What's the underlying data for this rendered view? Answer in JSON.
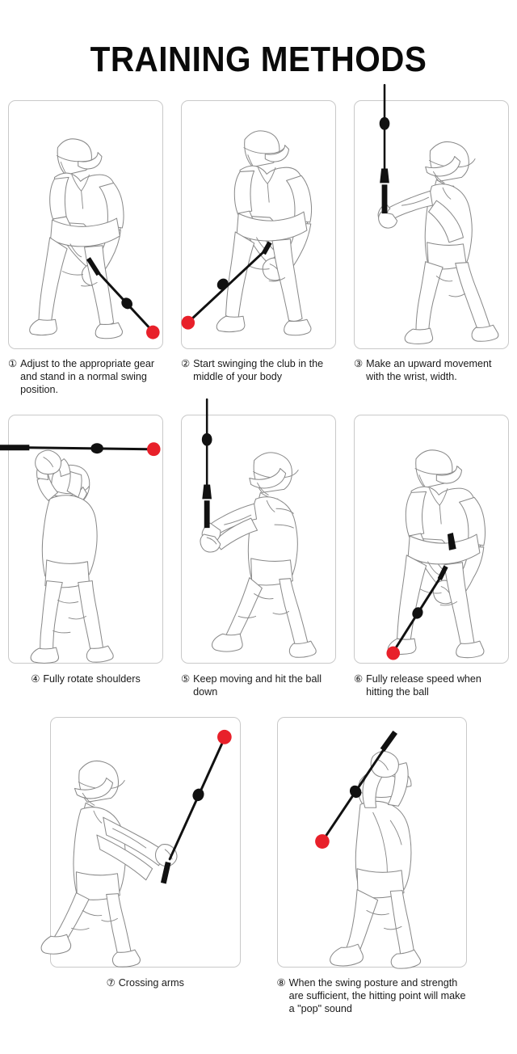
{
  "title": "TRAINING METHODS",
  "colors": {
    "ball": "#e8202a",
    "shaft": "#111111",
    "outline": "#8a8a8a",
    "panel_border": "#c9c9c9",
    "background": "#ffffff",
    "text": "#1a1a1a"
  },
  "steps": [
    {
      "number": "1",
      "number_glyph": "①",
      "text": "Adjust to the appropriate gear and stand in a normal swing position.",
      "illustration": "golfer-address-position-with-training-club"
    },
    {
      "number": "2",
      "number_glyph": "②",
      "text": "Start swinging the club in the middle of your body",
      "illustration": "golfer-takeaway-club-low-left"
    },
    {
      "number": "3",
      "number_glyph": "③",
      "text": "Make an upward movement with the wrist, width.",
      "illustration": "golfer-wrist-hinge-club-vertical"
    },
    {
      "number": "4",
      "number_glyph": "④",
      "text": "Fully rotate shoulders",
      "illustration": "golfer-top-of-backswing-club-horizontal"
    },
    {
      "number": "5",
      "number_glyph": "⑤",
      "text": "Keep moving and hit the ball down",
      "illustration": "golfer-downswing-club-vertical"
    },
    {
      "number": "6",
      "number_glyph": "⑥",
      "text": "Fully release speed when hitting the ball",
      "illustration": "golfer-impact-club-down-left"
    },
    {
      "number": "7",
      "number_glyph": "⑦",
      "text": "Crossing arms",
      "illustration": "golfer-follow-through-club-up-right"
    },
    {
      "number": "8",
      "number_glyph": "⑧",
      "text": "When the swing posture and strength are sufficient, the hitting point will make a \"pop\" sound",
      "illustration": "golfer-finish-position-club-diagonal"
    }
  ]
}
